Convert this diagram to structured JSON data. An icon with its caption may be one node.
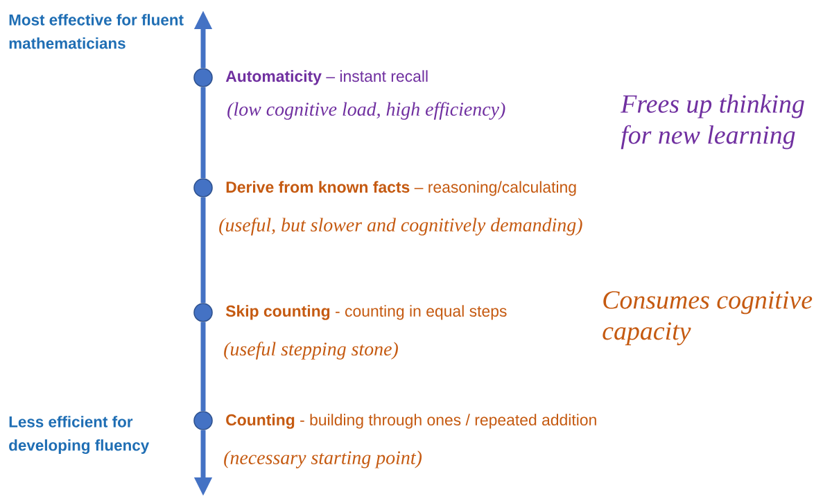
{
  "diagram": {
    "nodes": [
      {
        "text": [],
        "shape": "circle",
        "beside": [
          "**Automaticity** – instant recall",
          "(low cognitive load, high efficiency)"
        ]
      },
      {
        "text": [],
        "shape": "circle",
        "beside": [
          "**Derive from known facts** – reasoning/calculating",
          "(useful, but slower and cognitively demanding)"
        ]
      },
      {
        "text": [],
        "shape": "circle",
        "beside": [
          "**Skip counting** - counting in equal steps",
          "(useful stepping stone)"
        ]
      },
      {
        "text": [],
        "shape": "circle",
        "beside": [
          "**Counting** - building through ones / repeated addition",
          "(necessary starting point)"
        ]
      }
    ],
    "edges": [
      {
        "from": 0,
        "to": null,
        "arrow": "to"
      },
      {
        "from": 0,
        "to": 1,
        "arrow": "none"
      },
      {
        "from": 1,
        "to": 2,
        "arrow": "none"
      },
      {
        "from": 2,
        "to": 3,
        "arrow": "none"
      },
      {
        "from": 3,
        "to": null,
        "arrow": "to"
      }
    ],
    "labels": [
      "Most effective for fluent mathematicians",
      "Frees up thinking for new learning",
      "Consumes cognitive capacity",
      "Less efficient for developing fluency"
    ]
  }
}
